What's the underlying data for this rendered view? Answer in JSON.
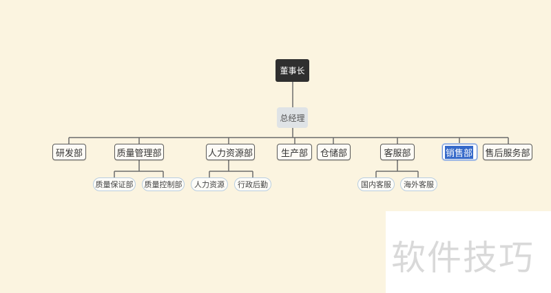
{
  "diagram": {
    "type": "org-chart / mind map",
    "root": {
      "label": "董事长"
    },
    "center": {
      "label": "总经理"
    },
    "departments": [
      {
        "label": "研发部"
      },
      {
        "label": "质量管理部",
        "children": [
          {
            "label": "质量保证部"
          },
          {
            "label": "质量控制部"
          }
        ]
      },
      {
        "label": "人力资源部",
        "children": [
          {
            "label": "人力资源"
          },
          {
            "label": "行政后勤"
          }
        ]
      },
      {
        "label": "生产部"
      },
      {
        "label": "仓储部"
      },
      {
        "label": "客服部",
        "children": [
          {
            "label": "国内客服"
          },
          {
            "label": "海外客服"
          }
        ]
      },
      {
        "label": "销售部",
        "state": "editing-selected"
      },
      {
        "label": "售后服务部"
      }
    ]
  },
  "colors": {
    "background": "#fbf4e0",
    "root_fill": "#2f2f2f",
    "center_fill": "#dfe3e6",
    "selection": "#3569c9",
    "line": "#6b6b6b"
  },
  "watermark": {
    "text": "软件技巧"
  }
}
